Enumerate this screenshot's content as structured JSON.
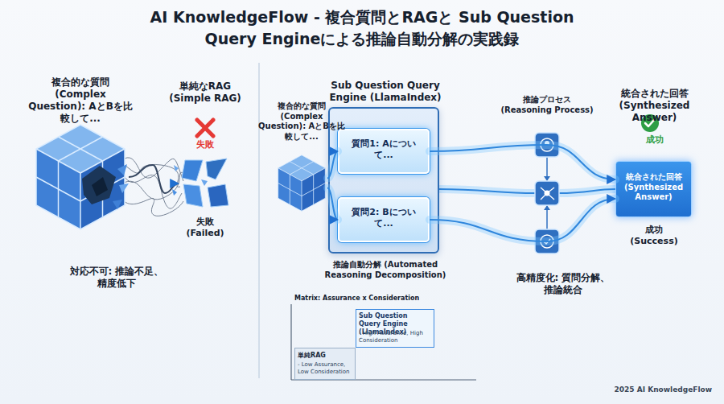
{
  "diagram": {
    "title": "AI KnowledgeFlow - 複合質問とRAGと Sub Question Query Engineによる推論自動分解の実践録",
    "nodes": [
      {
        "text": [
          "複合的な質問 (Complex Question): AとBを比較して..."
        ]
      },
      {
        "text": [
          "単純なRAG (Simple RAG)",
          "失敗",
          "失敗 (Failed)"
        ]
      },
      {
        "text": [
          "複合的な質問 (Complex Question): AとBを比較して..."
        ]
      },
      {
        "text": [
          "Sub Question Query Engine (LlamaIndex)",
          "推論自動分解 (Automated Reasoning Decomposition)"
        ]
      },
      {
        "text": [
          "質問1: Aについて..."
        ],
        "in": 3
      },
      {
        "text": [
          "質問2: Bについて..."
        ],
        "in": 3
      },
      {
        "text": [
          "統合された回答 (Synthesized Answer)",
          "成功",
          "統合された回答 (Synthesized Answer)",
          "成功 (Success)"
        ]
      },
      {
        "text": [
          "Sub Question Query Engine (LlamaIndex)",
          "- High Assurance, High Consideration"
        ]
      },
      {
        "text": [
          "単純RAG",
          "- Low Assurance, Low Consideration"
        ]
      }
    ],
    "edges": [
      {
        "from": 0,
        "to": 1,
        "arrow": "to"
      },
      {
        "from": 2,
        "to": 4,
        "arrow": "to"
      },
      {
        "from": 2,
        "to": 5,
        "arrow": "to"
      },
      {
        "from": 4,
        "to": 6,
        "arrow": "to"
      },
      {
        "from": 5,
        "to": 6,
        "arrow": "to"
      }
    ],
    "labels": [
      "対応不可: 推論不足、精度低下",
      "推論プロセス (Reasoning Process)",
      "高精度化: 質問分解、推論統合",
      "Matrix: Assurance x Consideration",
      "2025 AI KnowledgeFlow"
    ]
  }
}
